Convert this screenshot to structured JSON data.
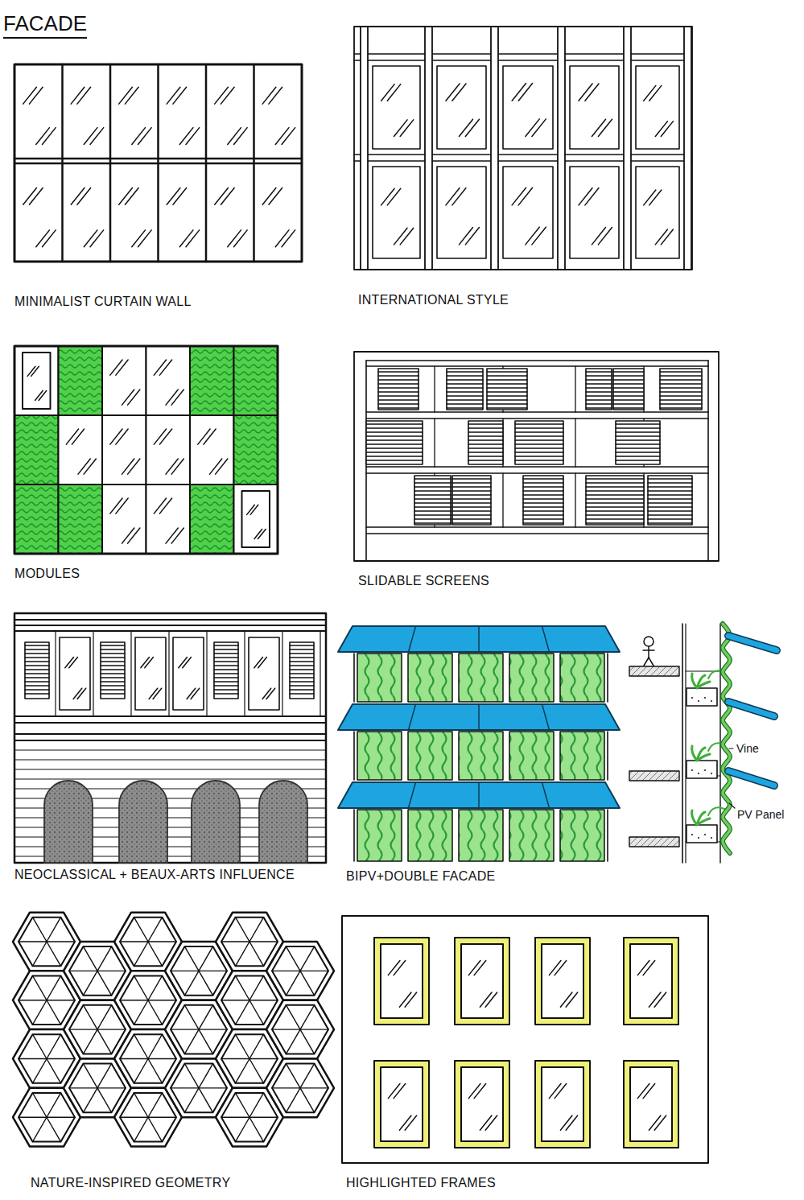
{
  "diagram": {
    "title": "FACADE",
    "nodes": [
      {
        "text": [
          "MINIMALIST CURTAIN WALL"
        ]
      },
      {
        "text": [
          "INTERNATIONAL STYLE"
        ]
      },
      {
        "text": [
          "MODULES"
        ]
      },
      {
        "text": [
          "SLIDABLE SCREENS"
        ]
      },
      {
        "text": [
          "NEOCLASSICAL + BEAUX-ARTS INFLUENCE"
        ]
      },
      {
        "text": [
          "BIPV+DOUBLE FACADE"
        ]
      },
      {
        "text": [
          "NATURE-INSPIRED GEOMETRY"
        ]
      },
      {
        "text": [
          "HIGHLIGHTED FRAMES"
        ]
      }
    ],
    "labels": [
      "Vine",
      "PV Panel"
    ]
  }
}
